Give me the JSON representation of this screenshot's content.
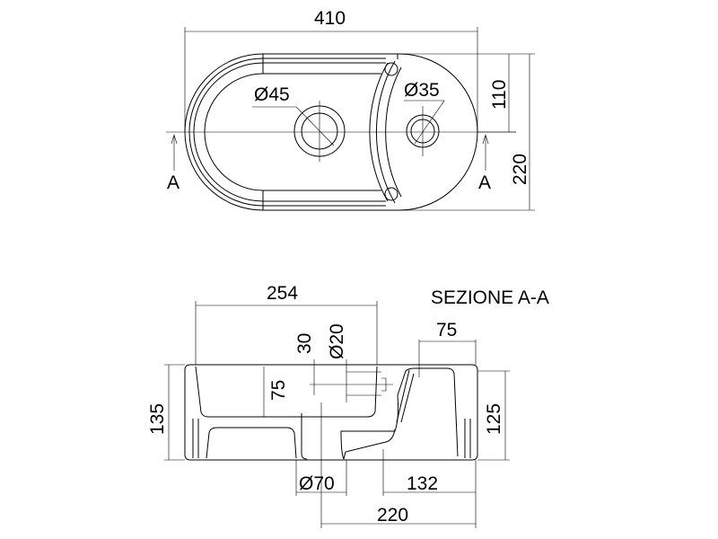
{
  "top_view": {
    "width_dim": "410",
    "half_height_dim": "110",
    "height_dim": "220",
    "hole_large": "Ø45",
    "hole_small": "Ø35",
    "section_mark_left": "A",
    "section_mark_right": "A"
  },
  "section_view": {
    "title": "SEZIONE A-A",
    "bowl_width_dim": "254",
    "total_height_dim": "135",
    "right_height_dim": "125",
    "tap_width_dim": "75",
    "inner_depth_dim": "75",
    "overflow_offset_dim": "30",
    "overflow_dia_dim": "Ø20",
    "drain_dia_dim": "Ø70",
    "base_dim": "132",
    "depth_dim": "220"
  },
  "colors": {
    "line": "#000000",
    "background": "#ffffff"
  }
}
